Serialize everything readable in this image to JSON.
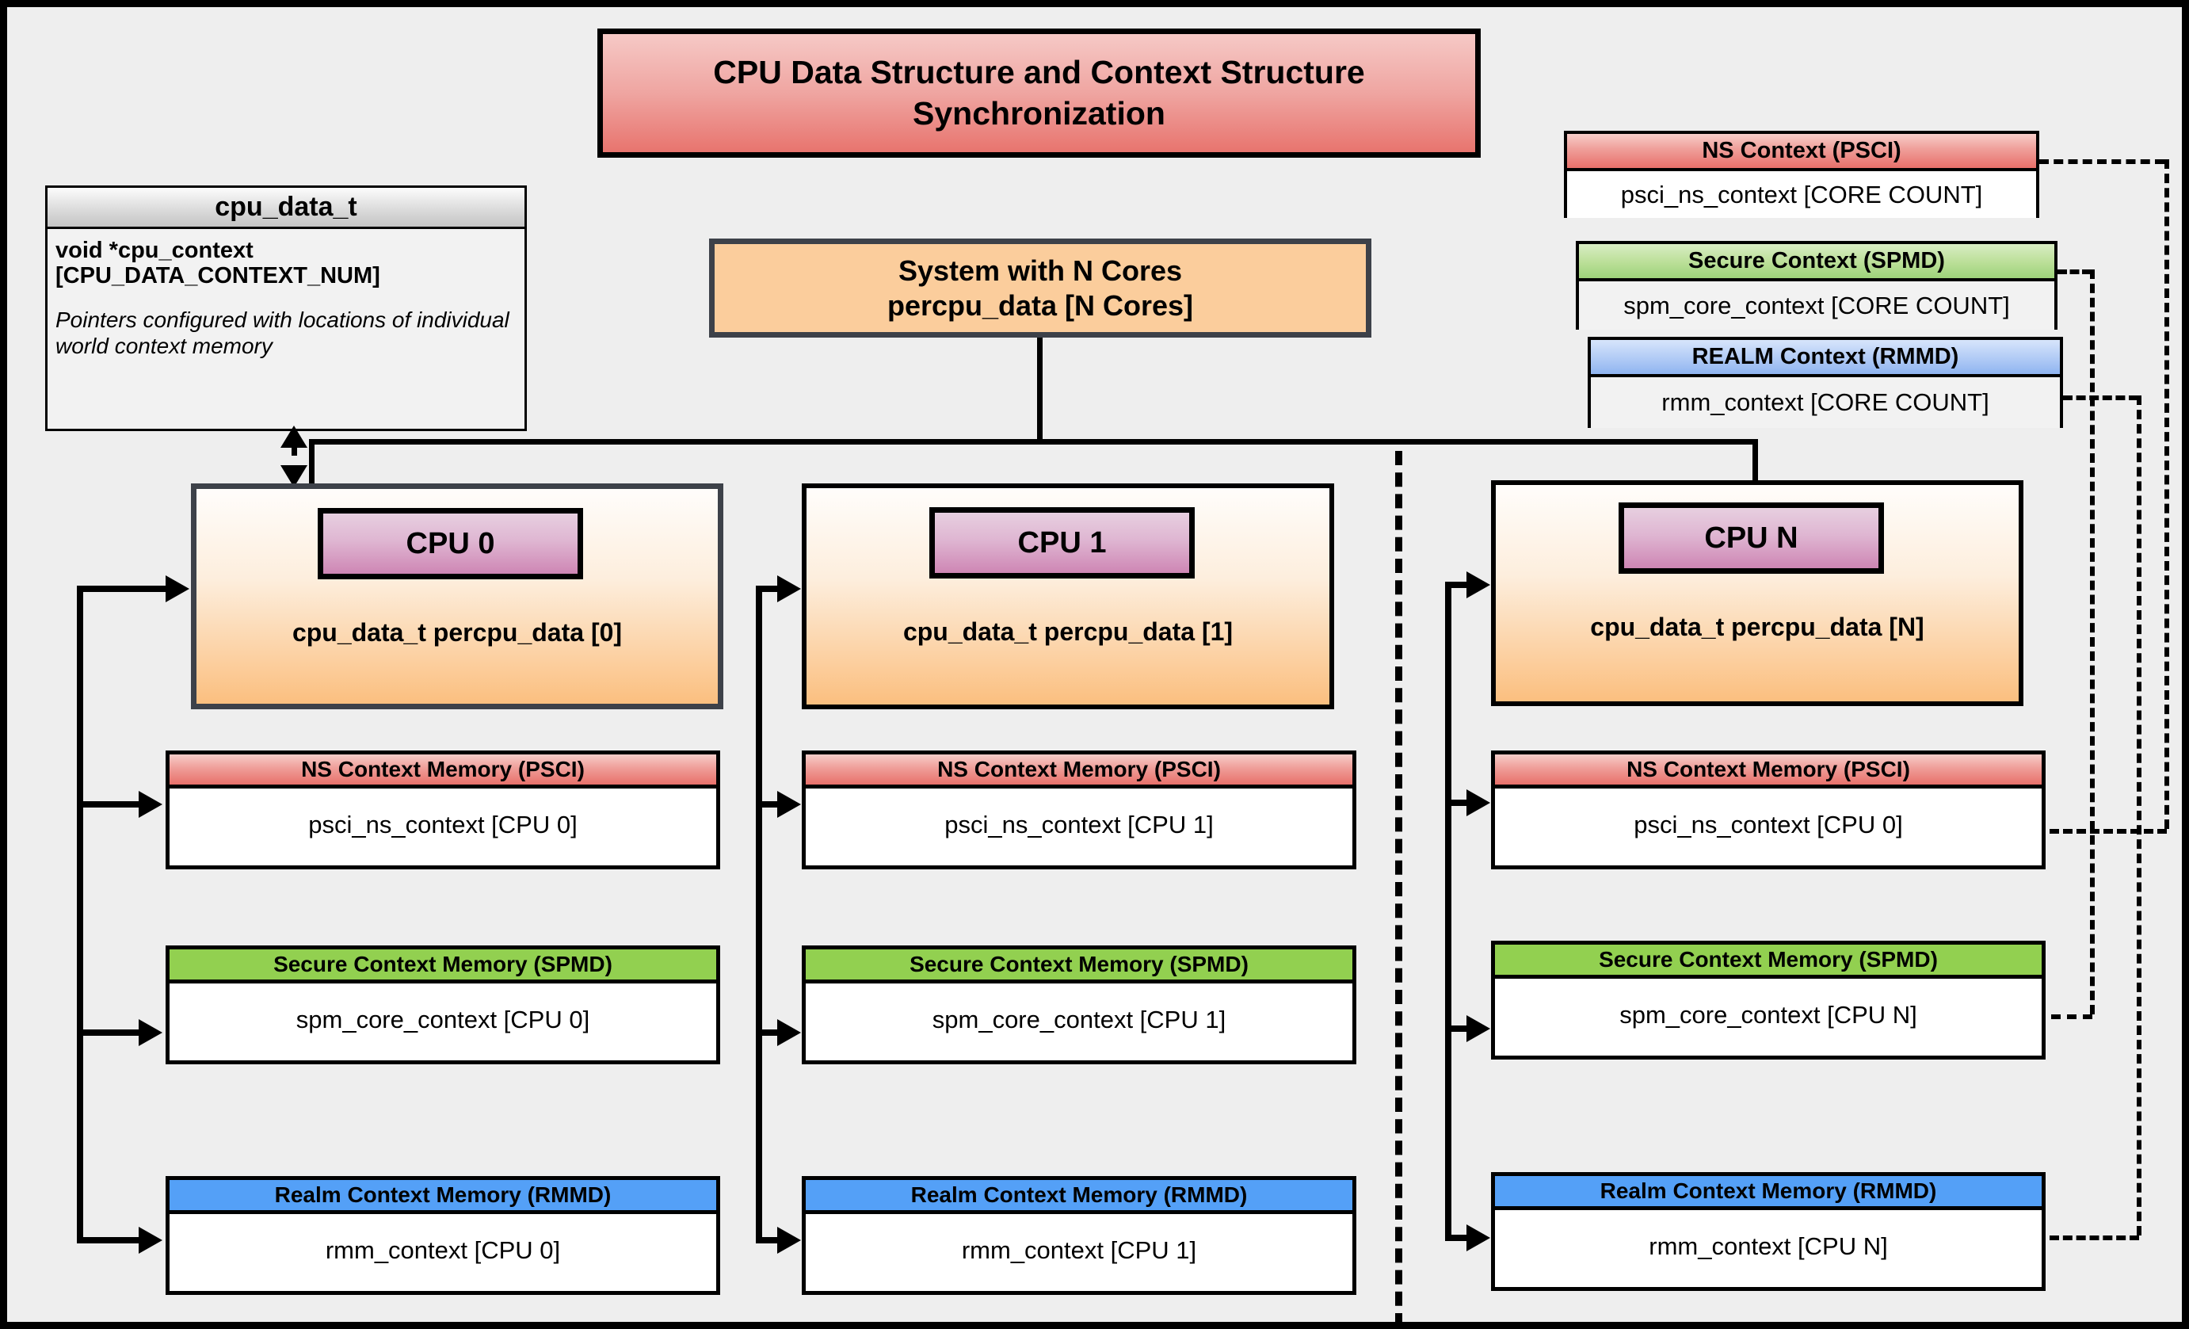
{
  "title": "CPU Data Structure and Context Structure Synchronization",
  "struct": {
    "name": "cpu_data_t",
    "field_line1": "void  *cpu_context",
    "field_line2": "[CPU_DATA_CONTEXT_NUM]",
    "note": "Pointers configured with locations of individual world context memory"
  },
  "system": {
    "line1": "System with N Cores",
    "line2": "percpu_data [N Cores]"
  },
  "legend": [
    {
      "key": "ns",
      "header": "NS Context  (PSCI)",
      "body": "psci_ns_context [CORE COUNT]",
      "color": "#e8706a"
    },
    {
      "key": "secure",
      "header": "Secure Context (SPMD)",
      "body": "spm_core_context [CORE COUNT]",
      "color": "#9ed37a"
    },
    {
      "key": "realm",
      "header": "REALM Context (RMMD)",
      "body": "rmm_context [CORE COUNT]",
      "color": "#8fb4f0"
    }
  ],
  "cpus": [
    {
      "chip": "CPU 0",
      "caption": "cpu_data_t percpu_data [0]",
      "memories": [
        {
          "header": "NS Context Memory (PSCI)",
          "body": "psci_ns_context [CPU 0]",
          "color": "#e8706a"
        },
        {
          "header": "Secure Context Memory (SPMD)",
          "body": "spm_core_context [CPU 0]",
          "color": "#92d050"
        },
        {
          "header": "Realm Context Memory (RMMD)",
          "body": "rmm_context [CPU 0]",
          "color": "#54a0f7"
        }
      ]
    },
    {
      "chip": "CPU 1",
      "caption": "cpu_data_t percpu_data [1]",
      "memories": [
        {
          "header": "NS Context Memory (PSCI)",
          "body": "psci_ns_context [CPU 1]",
          "color": "#e8706a"
        },
        {
          "header": "Secure Context Memory (SPMD)",
          "body": "spm_core_context [CPU 1]",
          "color": "#92d050"
        },
        {
          "header": "Realm Context Memory (RMMD)",
          "body": "rmm_context [CPU 1]",
          "color": "#54a0f7"
        }
      ]
    },
    {
      "chip": "CPU N",
      "caption": "cpu_data_t percpu_data [N]",
      "memories": [
        {
          "header": "NS Context Memory (PSCI)",
          "body": "psci_ns_context [CPU 0]",
          "color": "#e8706a"
        },
        {
          "header": "Secure Context Memory (SPMD)",
          "body": "spm_core_context [CPU N]",
          "color": "#92d050"
        },
        {
          "header": "Realm Context Memory (RMMD)",
          "body": "rmm_context [CPU N]",
          "color": "#54a0f7"
        }
      ]
    }
  ],
  "colors": {
    "background": "#eeeeee",
    "frame": "#000000",
    "title_gradient_top": "#f6c9c6",
    "title_gradient_bottom": "#e8746e",
    "system_fill": "#fbcd9c",
    "system_border": "#3d4149",
    "cpu_panel_top": "#fffdfb",
    "cpu_panel_bottom": "#fbbf7f",
    "cpu_chip_top": "#e7cfe0",
    "cpu_chip_bottom": "#ce86b4",
    "ns": "#e8706a",
    "secure": "#92d050",
    "realm": "#54a0f7"
  }
}
